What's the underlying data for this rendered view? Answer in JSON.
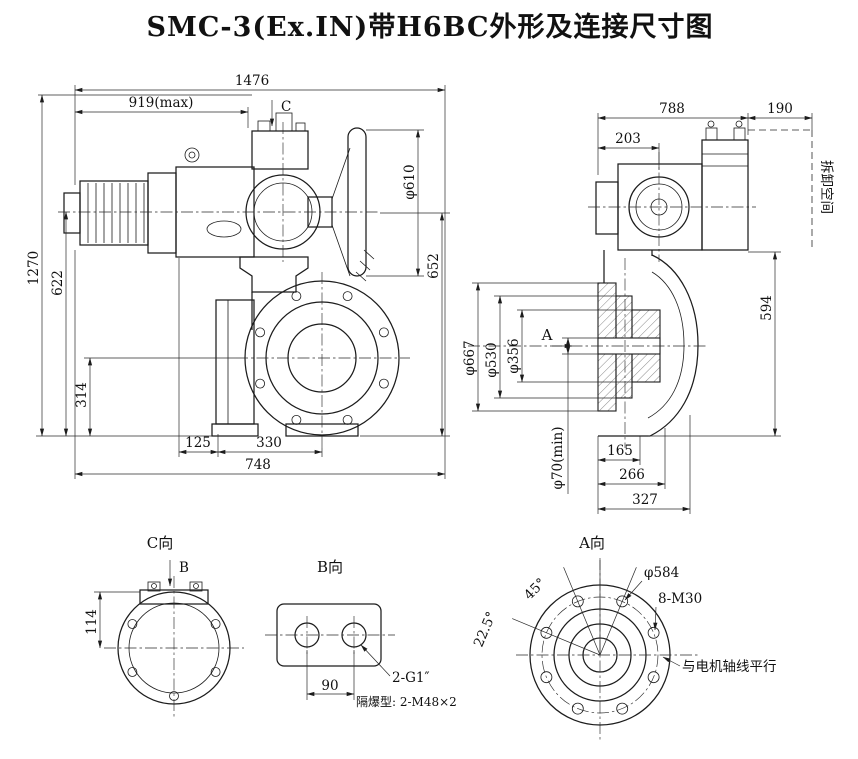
{
  "title": "SMC-3(Ex.IN)带H6BC外形及连接尺寸图",
  "front": {
    "dim_1476": "1476",
    "dim_919": "919(max)",
    "label_c": "C",
    "dim_610": "φ610",
    "dim_652": "652",
    "dim_1270": "1270",
    "dim_622": "622",
    "dim_314": "314",
    "dim_125": "125",
    "dim_330": "330",
    "dim_748": "748"
  },
  "side": {
    "dim_788": "788",
    "dim_190": "190",
    "dim_203": "203",
    "dim_594": "594",
    "dim_667": "φ667",
    "dim_530": "φ530",
    "dim_356": "φ356",
    "label_a": "A",
    "dim_165": "165",
    "dim_70": "φ70(min)",
    "dim_266": "266",
    "dim_327": "327",
    "removal": "拆卸空间"
  },
  "view_c": {
    "label": "C向",
    "label_b": "B",
    "dim_114": "114"
  },
  "view_b": {
    "label": "B向",
    "dim_90": "90",
    "thread": "2-G1″",
    "note": "隔爆型: 2-M48×2"
  },
  "view_a": {
    "label": "A向",
    "angle_45": "45°",
    "angle_22_5": "22.5°",
    "dim_584": "φ584",
    "bolts": "8-M30",
    "note": "与电机轴线平行"
  }
}
